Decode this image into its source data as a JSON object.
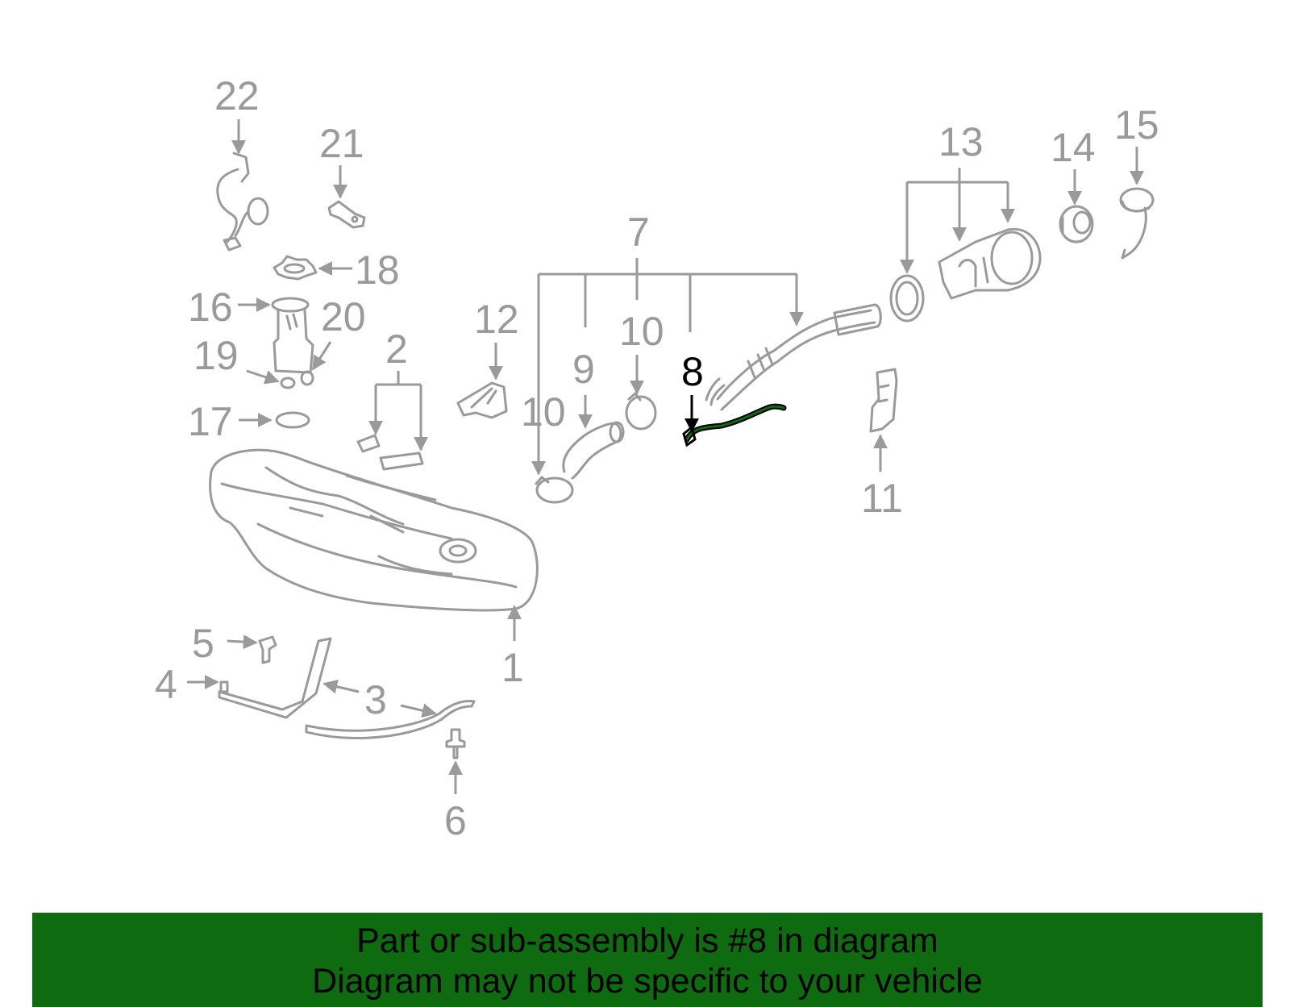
{
  "callouts": {
    "c1": "1",
    "c2": "2",
    "c3": "3",
    "c4": "4",
    "c5": "5",
    "c6": "6",
    "c7": "7",
    "c8": "8",
    "c9": "9",
    "c10a": "10",
    "c10b": "10",
    "c11": "11",
    "c12": "12",
    "c13": "13",
    "c14": "14",
    "c15": "15",
    "c16": "16",
    "c17": "17",
    "c18": "18",
    "c19": "19",
    "c20": "20",
    "c21": "21",
    "c22": "22"
  },
  "highlight": {
    "part": "8",
    "color": "#0f6b0f"
  },
  "footer": {
    "line1": "Part or sub-assembly is #8 in diagram",
    "line2": "Diagram may not be specific to your vehicle",
    "background": "#0f6b0f"
  }
}
